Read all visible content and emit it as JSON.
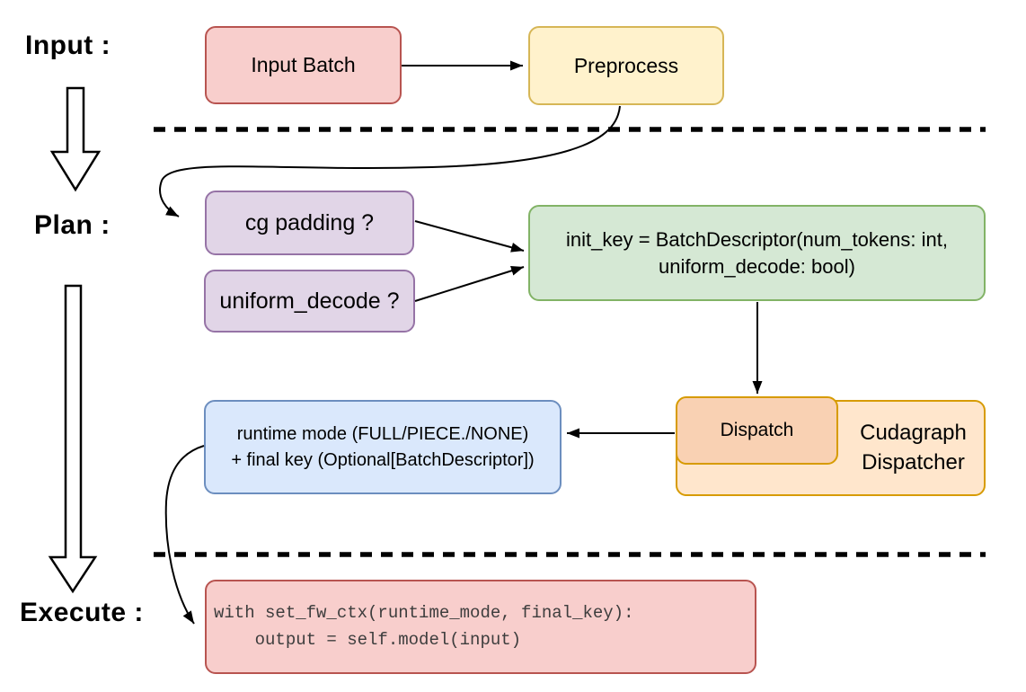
{
  "sections": {
    "input_label": "Input :",
    "plan_label": "Plan :",
    "execute_label": "Execute :"
  },
  "nodes": {
    "input_batch": {
      "label": "Input Batch",
      "fill": "#f8cecc",
      "stroke": "#b85450"
    },
    "preprocess": {
      "label": "Preprocess",
      "fill": "#fff2cc",
      "stroke": "#d6b656"
    },
    "cg_padding": {
      "label": "cg padding ?",
      "fill": "#e1d5e7",
      "stroke": "#9673a6"
    },
    "uniform_decode": {
      "label": "uniform_decode ?",
      "fill": "#e1d5e7",
      "stroke": "#9673a6"
    },
    "init_key": {
      "line1": "init_key = BatchDescriptor(num_tokens: int,",
      "line2": "uniform_decode: bool)",
      "fill": "#d5e8d4",
      "stroke": "#82b366"
    },
    "dispatch": {
      "label": "Dispatch",
      "fill": "#f9d1b3",
      "stroke": "#d79b00"
    },
    "cudagraph_dispatcher": {
      "label": "Cudagraph Dispatcher",
      "fill": "#ffe6cc",
      "stroke": "#d79b00"
    },
    "runtime_mode": {
      "line1": "runtime mode (FULL/PIECE./NONE)",
      "line2": "+ final key (Optional[BatchDescriptor])",
      "fill": "#dae8fc",
      "stroke": "#6c8ebf"
    },
    "execute_code": {
      "line1": "with set_fw_ctx(runtime_mode, final_key):",
      "line2": "    output = self.model(input)",
      "fill": "#f8cecc",
      "stroke": "#b85450"
    }
  },
  "wires": {
    "arrow_color": "#000000",
    "divider_style": "dashed"
  }
}
